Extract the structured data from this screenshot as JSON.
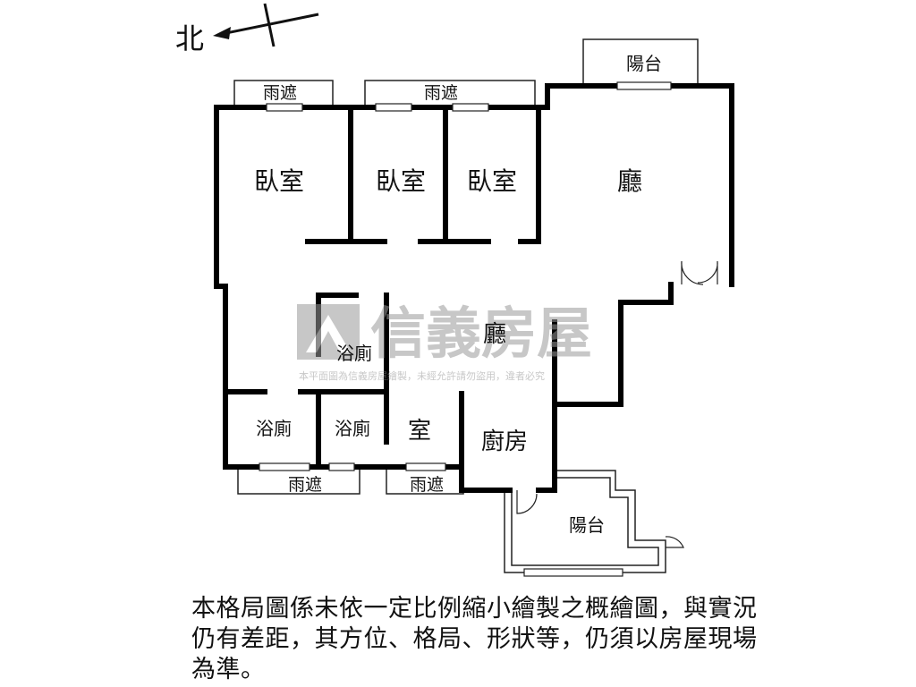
{
  "compass": {
    "label": "北"
  },
  "rooms": {
    "bedroom_1": "臥室",
    "bedroom_2": "臥室",
    "bedroom_3": "臥室",
    "living_room": "廳",
    "dining_hall": "廳",
    "bathroom_inner": "浴廁",
    "bathroom_left": "浴廁",
    "bathroom_middle": "浴廁",
    "small_room": "室",
    "kitchen": "廚房",
    "balcony_top": "陽台",
    "balcony_bottom": "陽台",
    "awning_top_left": "雨遮",
    "awning_top_middle": "雨遮",
    "awning_bottom_left": "雨遮",
    "awning_bottom_right": "雨遮"
  },
  "watermark": {
    "brand": "信義房屋",
    "notice": "本平面圖為信義房屋繪製，未經允許請勿盜用，違者必究"
  },
  "disclaimer": "本格局圖係未依一定比例縮小繪製之概繪圖，與實況仍有差距，其方位、格局、形狀等，仍須以房屋現場為準。",
  "colors": {
    "wall": "#000000",
    "line": "#222222",
    "watermark": "#9a9a9a"
  }
}
